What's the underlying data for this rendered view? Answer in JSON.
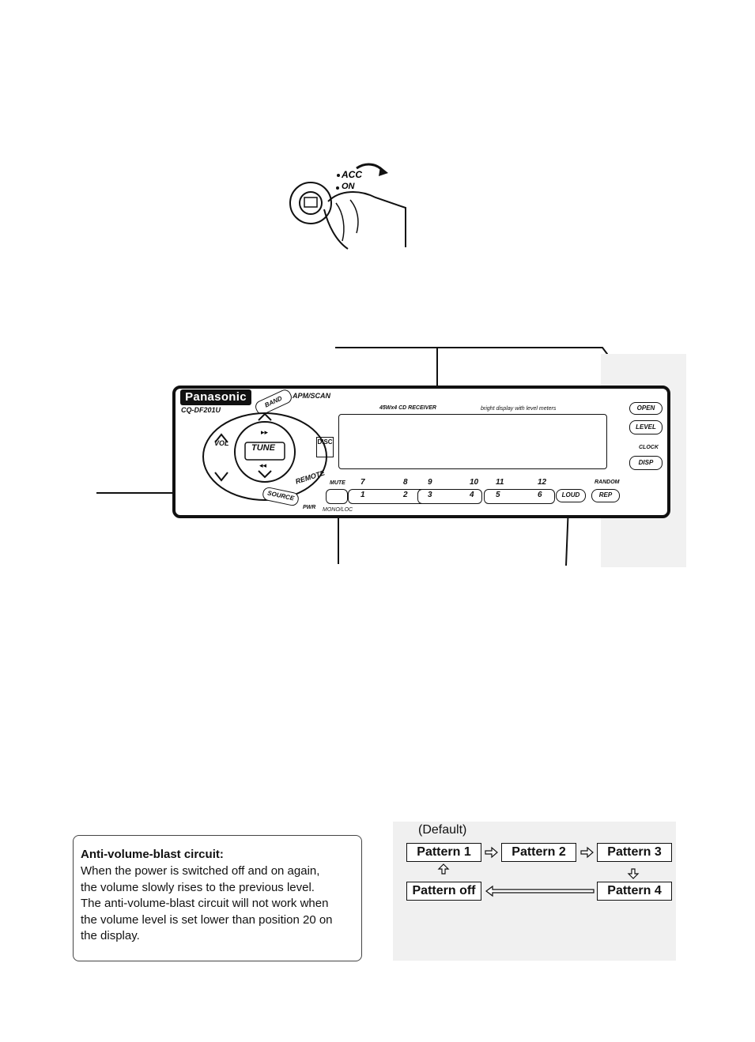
{
  "key_illustration": {
    "acc_label": "ACC",
    "on_label": "ON"
  },
  "faceplate": {
    "brand": "Panasonic",
    "model": "CQ-DF201U",
    "band_label": "BAND",
    "apm_scan_label": "APM/SCAN",
    "receiver_label": "45Wx4 CD RECEIVER",
    "display_slogan": "bright display with level meters",
    "open_label": "OPEN",
    "level_label": "LEVEL",
    "clock_label": "CLOCK",
    "disp_label": "DISP",
    "vol_label": "VOL",
    "tune_label": "TUNE",
    "remote_label": "REMOTE",
    "source_label": "SOURCE",
    "pwr_label": "PWR",
    "mute_label": "MUTE",
    "mono_loc_label": "MONO/LOC",
    "loud_label": "LOUD",
    "random_label": "RANDOM",
    "rep_label": "REP",
    "preset_top": [
      "7",
      "8",
      "9",
      "10",
      "11",
      "12"
    ],
    "preset_bottom": [
      "1",
      "2",
      "3",
      "4",
      "5",
      "6"
    ]
  },
  "info_box": {
    "title": "Anti-volume-blast circuit:",
    "lines": [
      "When the power is switched off and on again,",
      "the volume slowly rises to the previous level.",
      "The anti-volume-blast circuit will not work when",
      "the volume level is set lower than position 20 on",
      "the display."
    ]
  },
  "pattern_diagram": {
    "default_label": "(Default)",
    "pattern_1": "Pattern 1",
    "pattern_2": "Pattern 2",
    "pattern_3": "Pattern 3",
    "pattern_4": "Pattern 4",
    "pattern_off": "Pattern off"
  }
}
